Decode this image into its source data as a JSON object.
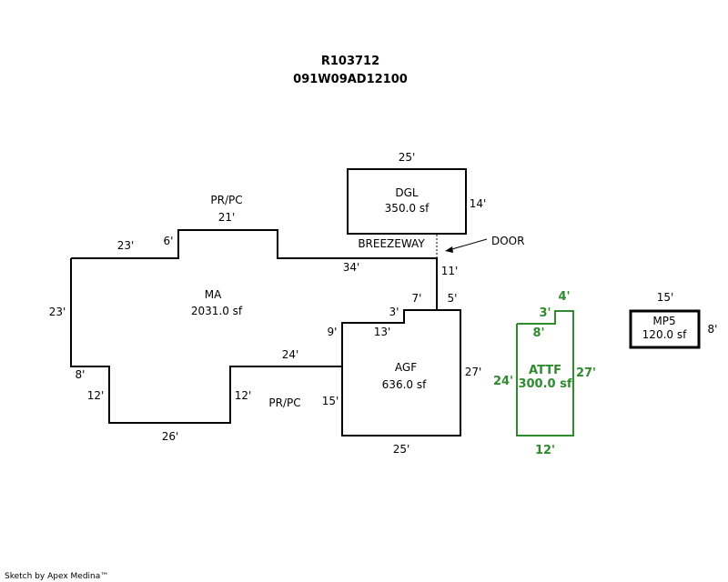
{
  "header": {
    "parcel_id": "R103712",
    "map_number": "091W09AD12100"
  },
  "areas": {
    "dgl": {
      "code": "DGL",
      "area": "350.0 sf"
    },
    "ma": {
      "code": "MA",
      "area": "2031.0 sf"
    },
    "agf": {
      "code": "AGF",
      "area": "636.0 sf"
    },
    "attf": {
      "code": "ATTF",
      "area": "300.0 sf"
    },
    "mp5": {
      "code": "MP5",
      "area": "120.0 sf"
    }
  },
  "labels": {
    "breezeway": "BREEZEWAY",
    "door": "DOOR",
    "pr_pc_top": "PR/PC",
    "pr_pc_bottom": "PR/PC"
  },
  "dims": {
    "dgl_top": "25'",
    "dgl_right": "14'",
    "pr_top": "21'",
    "ma_left_top": "23'",
    "ma_step_6": "6'",
    "ma_top_34": "34'",
    "breezeway_11": "11'",
    "ma_left_23": "23'",
    "agf_notch_7": "7'",
    "agf_notch_3": "3'",
    "agf_5": "5'",
    "agf_13": "13'",
    "agf_9": "9'",
    "ma_24": "24'",
    "ma_8": "8'",
    "ma_12_left": "12'",
    "ma_12_right": "12'",
    "ma_26": "26'",
    "agf_27": "27'",
    "agf_15": "15'",
    "agf_25": "25'",
    "attf_4": "4'",
    "attf_3": "3'",
    "attf_8": "8'",
    "attf_24": "24'",
    "attf_27": "27'",
    "attf_12": "12'",
    "mp5_15": "15'",
    "mp5_8": "8'"
  },
  "footer": {
    "credit": "Sketch by Apex Medina™"
  },
  "colors": {
    "lines": "#000000",
    "attf": "#2e8b2e"
  }
}
